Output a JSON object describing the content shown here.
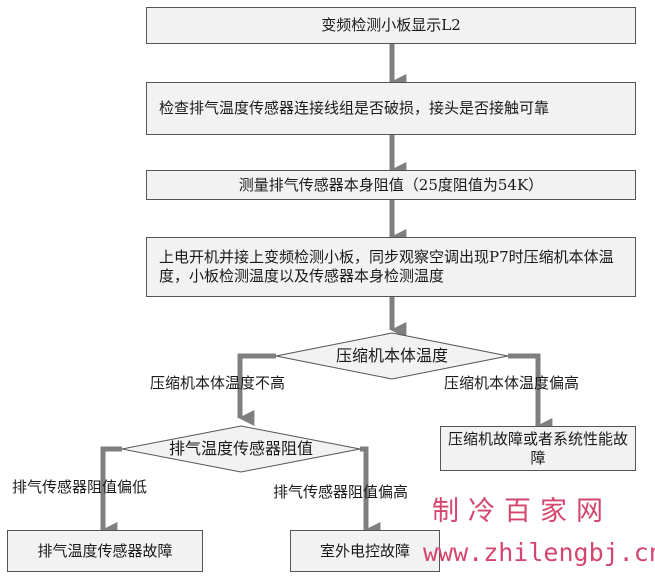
{
  "flow": {
    "step1": "变频检测小板显示L2",
    "step2": "检查排气温度传感器连接线组是否破损，接头是否接触可靠",
    "step3": "测量排气传感器本身阻值（25度阻值为54K）",
    "step4": "上电开机并接上变频检测小板，同步观察空调出现P7时压缩机本体温度，小板检测温度以及传感器本身检测温度",
    "decision1": "压缩机本体温度",
    "d1_left_label": "压缩机本体温度不高",
    "d1_right_label": "压缩机本体温度偏高",
    "result_compressor": "压缩机故障或者系统性能故障",
    "decision2": "排气温度传感器阻值",
    "d2_left_label": "排气传感器阻值偏低",
    "d2_right_label": "排气传感器阻值偏高",
    "result_sensor": "排气温度传感器故障",
    "result_outdoor": "室外电控故障"
  },
  "watermark": {
    "brand": "制冷百家网",
    "url": "www.zhilengbj.cn"
  },
  "colors": {
    "box_fill": "#f2f2f2",
    "box_border": "#555555",
    "arrow": "#7f7f7f",
    "watermark": "#d4466f"
  }
}
